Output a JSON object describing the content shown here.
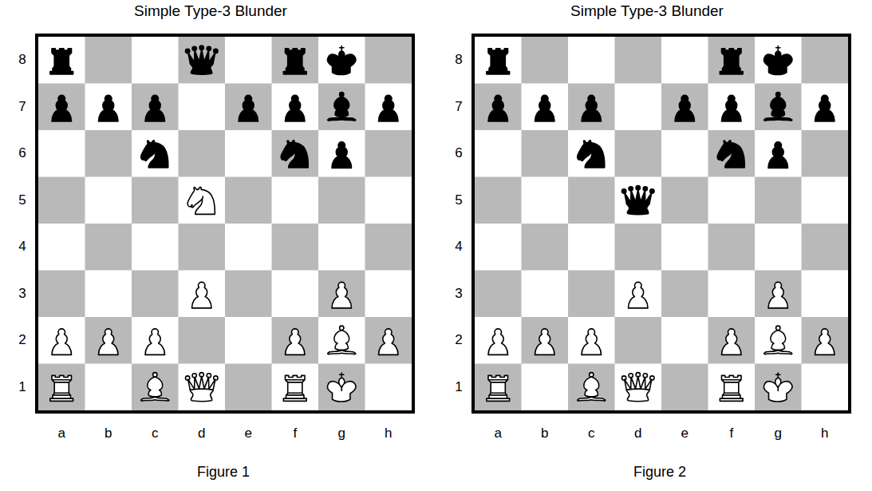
{
  "diagram": {
    "labels": [
      "Simple Type-3 Blunder",
      "8",
      "7",
      "6",
      "5",
      "4",
      "3",
      "2",
      "1",
      "a",
      "b",
      "c",
      "d",
      "e",
      "f",
      "g",
      "h",
      "Figure 1",
      "Simple Type-3 Blunder",
      "8",
      "7",
      "6",
      "5",
      "4",
      "3",
      "2",
      "1",
      "a",
      "b",
      "c",
      "d",
      "e",
      "f",
      "g",
      "h",
      "Figure 2"
    ]
  }
}
